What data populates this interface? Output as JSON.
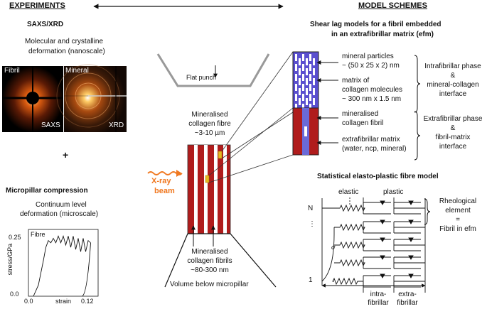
{
  "headers": {
    "experiments": "EXPERIMENTS",
    "models": "MODEL SCHEMES"
  },
  "saxs": {
    "title": "SAXS/XRD",
    "subtitle_line1": "Molecular and crystalline",
    "subtitle_line2": "deformation (nanoscale)",
    "panel_fibril": "Fibril",
    "panel_saxs": "SAXS",
    "panel_mineral": "Mineral",
    "panel_xrd": "XRD"
  },
  "plus": "+",
  "micropillar": {
    "title": "Micropillar compression",
    "subtitle_line1": "Continuum level",
    "subtitle_line2": "deformation (microscale)"
  },
  "chart_data": {
    "type": "line",
    "title": "Fibre",
    "xlabel": "strain",
    "ylabel": "stress/GPa",
    "xlim": [
      0,
      0.14
    ],
    "ylim": [
      0,
      0.3
    ],
    "xticks": [
      "0.0",
      "0.12"
    ],
    "yticks": [
      "0.0",
      "0.25"
    ],
    "series": [
      {
        "values_x": [
          0.01,
          0.02,
          0.03,
          0.035,
          0.04,
          0.045,
          0.05,
          0.055,
          0.06,
          0.065,
          0.07,
          0.075,
          0.08,
          0.085,
          0.09,
          0.095,
          0.1,
          0.105,
          0.11,
          0.115,
          0.12,
          0.125
        ],
        "values_y": [
          0.0,
          0.05,
          0.16,
          0.22,
          0.25,
          0.24,
          0.26,
          0.24,
          0.27,
          0.24,
          0.27,
          0.23,
          0.27,
          0.22,
          0.27,
          0.21,
          0.26,
          0.2,
          0.26,
          0.2,
          0.25,
          0.24
        ]
      }
    ]
  },
  "center": {
    "flat_punch": "Flat punch",
    "fibre_line1": "Mineralised",
    "fibre_line2": "collagen fibre",
    "fibre_line3": "~3-10 µm",
    "xray_line1": "X-ray",
    "xray_line2": "beam",
    "fibrils_line1": "Mineralised",
    "fibrils_line2": "collagen fibrils",
    "fibrils_line3": "~80-300 nm",
    "volume": "Volume below micropillar"
  },
  "shear_lag": {
    "title_line1": "Shear lag models for a fibril embedded",
    "title_line2": "in an extrafibrillar matrix (efm)",
    "mineral_line1": "mineral particles",
    "mineral_line2": "~ (50 x 25 x 2) nm",
    "matrix_line1": "matrix of",
    "matrix_line2": "collagen molecules",
    "matrix_line3": "~ 300 nm x 1.5 nm",
    "intra_line1": "Intrafibrillar phase",
    "intra_line2": "&",
    "intra_line3": "mineral-collagen",
    "intra_line4": "interface",
    "fibril_line1": "mineralised",
    "fibril_line2": "collagen fibril",
    "efm_line1": "extrafibrillar matrix",
    "efm_line2": "(water, ncp, mineral)",
    "extra_line1": "Extrafibrillar phase",
    "extra_line2": "&",
    "extra_line3": "fibril-matrix",
    "extra_line4": "interface"
  },
  "statistical": {
    "title": "Statistical elasto-plastic fibre model",
    "elastic": "elastic",
    "plastic": "plastic",
    "n_label": "N",
    "one_label": "1",
    "dots": "⋮",
    "sigma": "σ",
    "rheo_line1": "Rheological",
    "rheo_line2": "element",
    "rheo_line3": "=",
    "rheo_line4": "Fibril in efm",
    "intra_line1": "intra-",
    "intra_line2": "fibrillar",
    "extra_line1": "extra-",
    "extra_line2": "fibrillar"
  },
  "colors": {
    "fibre_red": "#b01c1c",
    "xray_orange": "#f07820",
    "mineral_blue": "#5a4fcf",
    "efm_blue": "#6a6ad8",
    "insert_yellow": "#e6b820"
  }
}
